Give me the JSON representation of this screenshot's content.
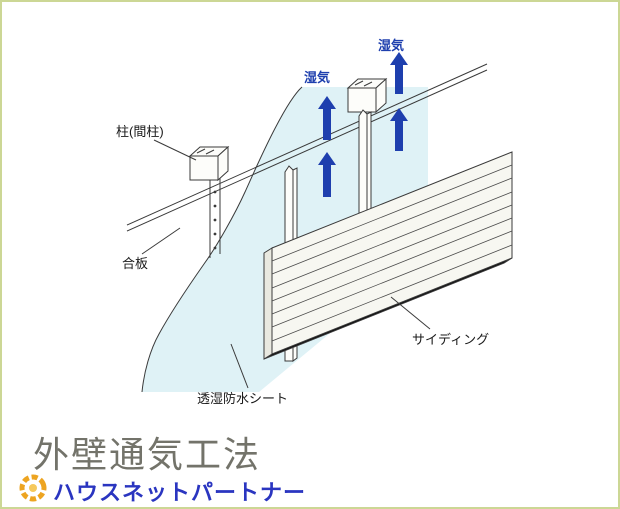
{
  "colors": {
    "border": "#ccd795",
    "sheet_blue": "#dff2f6",
    "arrow_blue": "#1e3fae",
    "moisture_blue": "#1e3fae",
    "siding_face": "#f7f7f1",
    "siding_end": "#e9e9e0",
    "siding_bottom": "#dedd d2",
    "title_gray": "#73736a",
    "brand_blue": "#2a35c0",
    "logo_orange": "#eda421"
  },
  "diagram": {
    "labels": {
      "pillar": "柱(間柱)",
      "plywood": "合板",
      "breathable_sheet": "透湿防水シート",
      "siding": "サイディング",
      "moisture_left": "湿気",
      "moisture_right": "湿気"
    }
  },
  "footer": {
    "title": "外壁通気工法",
    "brand": "ハウスネットパートナー"
  }
}
